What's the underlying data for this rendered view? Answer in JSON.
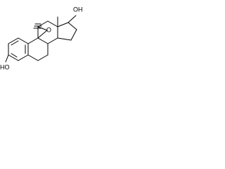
{
  "structure": {
    "hydroxyl_left": "HO",
    "hydroxyl_top": "OH",
    "epoxide_oxygen": "O"
  }
}
